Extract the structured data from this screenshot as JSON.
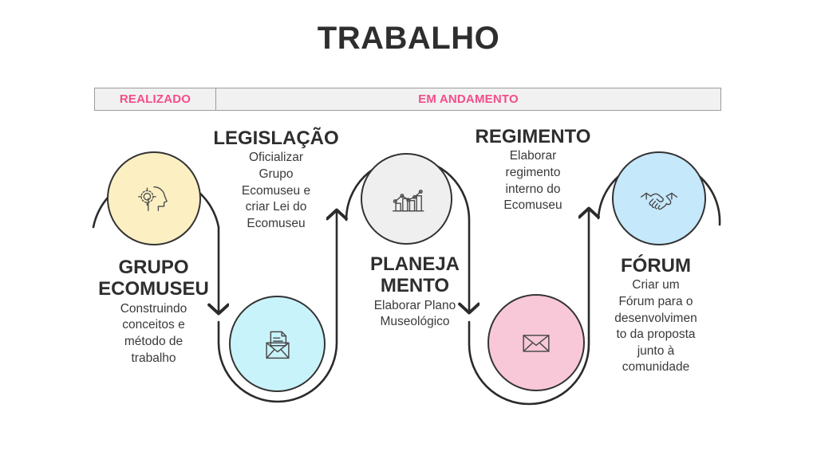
{
  "title": "TRABALHO",
  "phasebar": {
    "accent_color": "#f44d8a",
    "background": "#f1f1f1",
    "phases": [
      {
        "label": "REALIZADO"
      },
      {
        "label": "EM ANDAMENTO"
      }
    ]
  },
  "nodes": [
    {
      "id": "grupo-ecomuseu",
      "heading": "GRUPO ECOMUSEU",
      "heading_lines": [
        "GRUPO",
        "ECOMUSEU"
      ],
      "description": "Construindo conceitos e método de trabalho",
      "description_lines": [
        "Construindo",
        "conceitos e",
        "método de",
        "trabalho"
      ],
      "icon": "head-gear-icon",
      "circle_color": "#fcf0c3",
      "phase": "REALIZADO"
    },
    {
      "id": "legislacao",
      "heading": "LEGISLAÇÃO",
      "heading_lines": [
        "LEGISLAÇÃO"
      ],
      "description": "Oficializar Grupo Ecomuseu e criar Lei do Ecomuseu",
      "description_lines": [
        "Oficializar",
        "Grupo",
        "Ecomuseu e",
        "criar Lei do",
        "Ecomuseu"
      ],
      "icon": "document-envelope-icon",
      "circle_color": "#c9f3fa",
      "phase": "EM ANDAMENTO"
    },
    {
      "id": "planejamento",
      "heading": "PLANEJAMENTO",
      "heading_lines": [
        "PLANEJA",
        "MENTO"
      ],
      "description": "Elaborar Plano Museológico",
      "description_lines": [
        "Elaborar Plano",
        "Museológico"
      ],
      "icon": "bar-chart-trend-icon",
      "circle_color": "#efefef",
      "phase": "EM ANDAMENTO"
    },
    {
      "id": "regimento",
      "heading": "REGIMENTO",
      "heading_lines": [
        "REGIMENTO"
      ],
      "description": "Elaborar regimento interno do Ecomuseu",
      "description_lines": [
        "Elaborar",
        "regimento",
        "interno do",
        "Ecomuseu"
      ],
      "icon": "envelope-icon",
      "circle_color": "#f8c8d8",
      "phase": "EM ANDAMENTO"
    },
    {
      "id": "forum",
      "heading": "FÓRUM",
      "heading_lines": [
        "FÓRUM"
      ],
      "description": "Criar um Fórum para o desenvolvimento da proposta junto à comunidade",
      "description_lines": [
        "Criar um",
        "Fórum para o",
        "desenvolvimen",
        "to da proposta",
        "junto à",
        "comunidade"
      ],
      "icon": "handshake-icon",
      "circle_color": "#c5e8fa",
      "phase": "EM ANDAMENTO"
    }
  ]
}
